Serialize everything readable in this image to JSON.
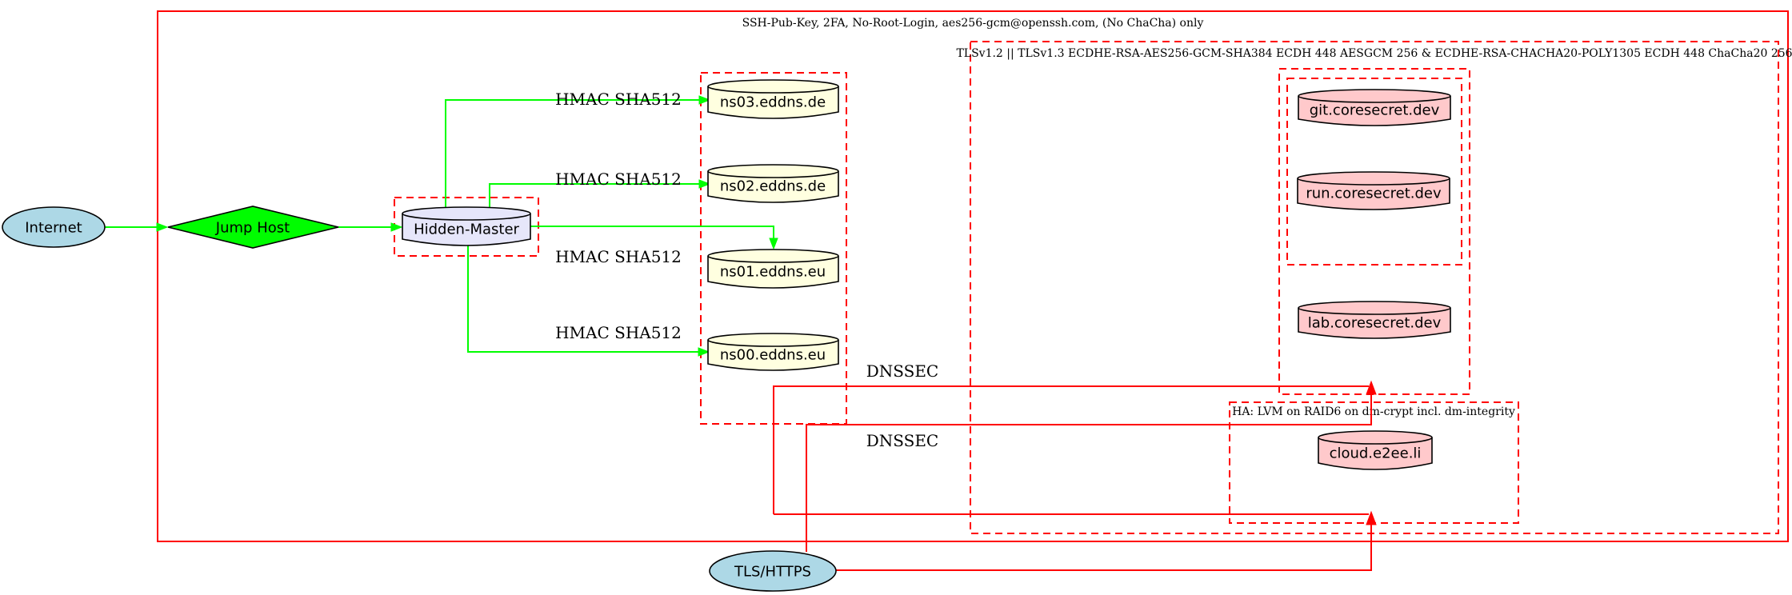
{
  "colors": {
    "red": "#ff0000",
    "green": "#00fd00",
    "lightblue": "#add8e6",
    "lavender": "#e6e6fa",
    "lightyellow": "#ffffe0",
    "pink": "#ffc9cb",
    "black": "#000000",
    "white": "#ffffff"
  },
  "clusters": {
    "ssh": {
      "label": "SSH-Pub-Key, 2FA, No-Root-Login, aes256-gcm@openssh.com, (No ChaCha) only"
    },
    "tls": {
      "label": "TLSv1.2 || TLSv1.3 ECDHE-RSA-AES256-GCM-SHA384 ECDH 448 AESGCM 256 & ECDHE-RSA-CHACHA20-POLY1305 ECDH 448 ChaCha20 256"
    },
    "ha": {
      "label": "HA: LVM on RAID6 on dm-crypt incl. dm-integrity"
    }
  },
  "nodes": {
    "internet": {
      "label": "Internet",
      "shape": "ellipse"
    },
    "jump_host": {
      "label": "Jump Host",
      "shape": "diamond"
    },
    "hidden_master": {
      "label": "Hidden-Master",
      "shape": "cylinder"
    },
    "ns03": {
      "label": "ns03.eddns.de",
      "shape": "cylinder"
    },
    "ns02": {
      "label": "ns02.eddns.de",
      "shape": "cylinder"
    },
    "ns01": {
      "label": "ns01.eddns.eu",
      "shape": "cylinder"
    },
    "ns00": {
      "label": "ns00.eddns.eu",
      "shape": "cylinder"
    },
    "git": {
      "label": "git.coresecret.dev",
      "shape": "cylinder"
    },
    "run": {
      "label": "run.coresecret.dev",
      "shape": "cylinder"
    },
    "lab": {
      "label": "lab.coresecret.dev",
      "shape": "cylinder"
    },
    "cloud": {
      "label": "cloud.e2ee.li",
      "shape": "cylinder"
    },
    "tls_https": {
      "label": "TLS/HTTPS",
      "shape": "ellipse"
    }
  },
  "edge_labels": {
    "hmac_ns03": "HMAC SHA512",
    "hmac_ns02": "HMAC SHA512",
    "hmac_ns01": "HMAC SHA512",
    "hmac_ns00": "HMAC SHA512",
    "dnssec_top": "DNSSEC",
    "dnssec_bottom": "DNSSEC"
  }
}
